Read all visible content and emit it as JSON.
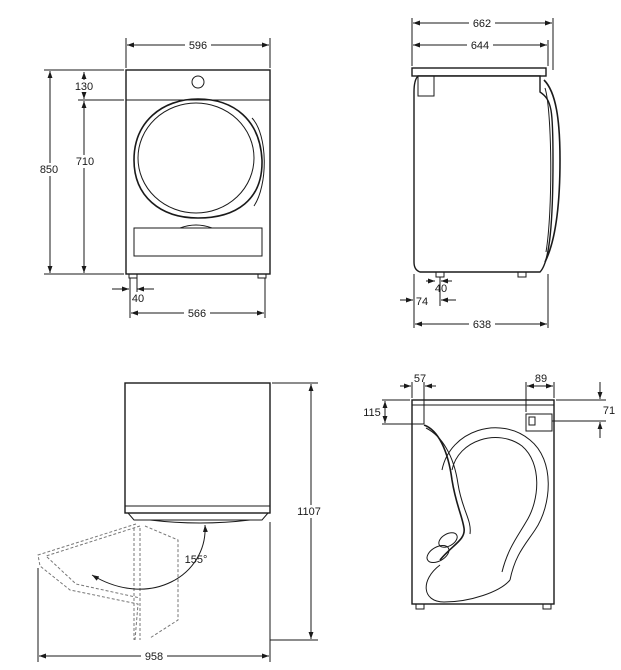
{
  "dimensions": {
    "front_width": "596",
    "front_top_panel": "130",
    "front_total_height": "850",
    "front_body_height": "710",
    "front_foot_offset": "40",
    "front_foot_span": "566",
    "side_total_depth": "662",
    "side_body_depth": "644",
    "side_foot_offset": "40",
    "side_foot_span": "74",
    "side_base_depth": "638",
    "door_open_height": "1107",
    "door_angle": "155°",
    "door_open_width": "958",
    "rear_left_offset": "57",
    "rear_right_width": "89",
    "rear_top_height": "115",
    "rear_right_height": "71"
  }
}
